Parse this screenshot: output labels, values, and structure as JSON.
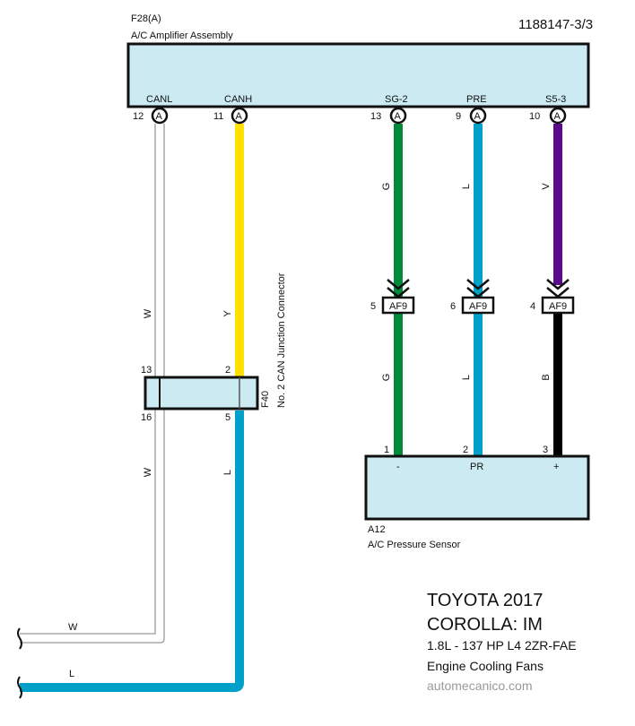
{
  "diagram_id": "1188147-3/3",
  "amplifier": {
    "code": "F28(A)",
    "name": "A/C Amplifier Assembly",
    "fill": "#cbeaf2",
    "pins": [
      {
        "label": "CANL",
        "number": "12",
        "connector": "A"
      },
      {
        "label": "CANH",
        "number": "11",
        "connector": "A"
      },
      {
        "label": "SG-2",
        "number": "13",
        "connector": "A"
      },
      {
        "label": "PRE",
        "number": "9",
        "connector": "A"
      },
      {
        "label": "S5-3",
        "number": "10",
        "connector": "A"
      }
    ]
  },
  "wires": {
    "canl": {
      "color_code": "W",
      "color_code_lower": "W",
      "color": "#ffffff"
    },
    "canh": {
      "color_code": "Y",
      "color_code_lower": "L",
      "color": "#ffe000",
      "color_lower": "#00a0c8"
    },
    "sg2": {
      "color_code": "G",
      "color_code_lower": "G",
      "color": "#008a3a"
    },
    "pre": {
      "color_code": "L",
      "color_code_lower": "L",
      "color": "#00a0c8"
    },
    "s53": {
      "color_code": "V",
      "color_code_lower": "B",
      "color": "#5a0a8a",
      "color_lower": "#000000"
    }
  },
  "junction": {
    "code": "F40",
    "name": "No. 2 CAN Junction Connector",
    "pins_top": [
      "13",
      "2"
    ],
    "pins_bottom": [
      "16",
      "5"
    ]
  },
  "inline_connectors": [
    {
      "pin": "5",
      "label": "AF9"
    },
    {
      "pin": "6",
      "label": "AF9"
    },
    {
      "pin": "4",
      "label": "AF9"
    }
  ],
  "sensor": {
    "code": "A12",
    "name": "A/C Pressure Sensor",
    "pins": [
      {
        "number": "1",
        "label": "-"
      },
      {
        "number": "2",
        "label": "PR"
      },
      {
        "number": "3",
        "label": "+"
      }
    ]
  },
  "exits": [
    {
      "label": "W"
    },
    {
      "label": "L"
    }
  ],
  "info": {
    "make_year": "TOYOTA 2017",
    "model": "COROLLA: IM",
    "engine": "1.8L - 137 HP  L4 2ZR-FAE",
    "system": "Engine Cooling Fans",
    "source": "automecanico.com"
  }
}
